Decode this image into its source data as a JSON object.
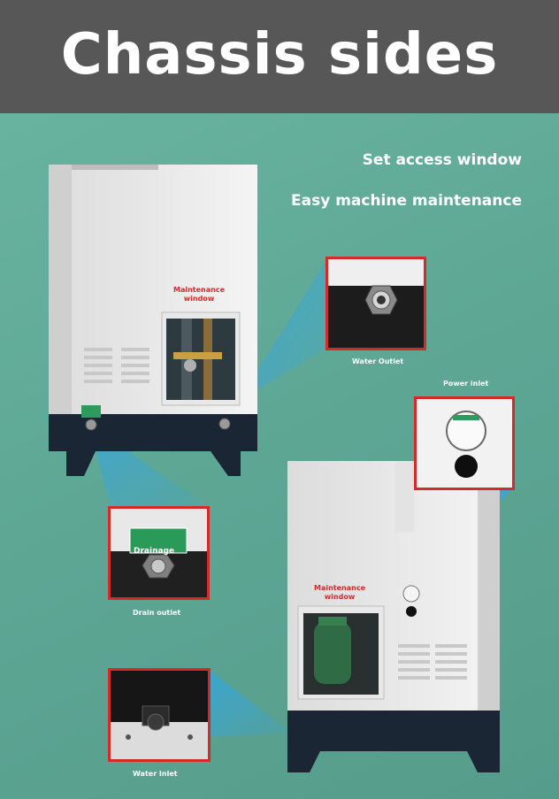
{
  "header": {
    "title": "Chassis sides"
  },
  "taglines": {
    "line1": "Set access window",
    "line2": "Easy machine maintenance"
  },
  "labels": {
    "maintenance_top": "Maintenance",
    "window_top": "window",
    "maintenance_bottom": "Maintenance",
    "window_bottom": "window"
  },
  "captions": {
    "water_outlet": "Water Outlet",
    "power_inlet": "Power inlet",
    "drain_outlet": "Drain outlet",
    "water_inlet": "Water Inlet"
  },
  "drain_sign": "Drainage"
}
